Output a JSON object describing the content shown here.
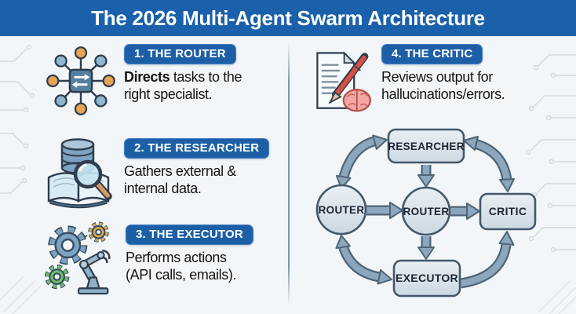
{
  "title": "The 2026 Multi-Agent Swarm Architecture",
  "colors": {
    "banner_blue": "#1b60aa",
    "badge_blue": "#1d5fa7",
    "arrow_fill": "#8ca7bd",
    "arrow_outline": "#4e6476",
    "node_fill": "#dde6ec",
    "node_border": "#44586b",
    "circuit_trace": "#d2dae1"
  },
  "sections": [
    {
      "badge": "1. THE ROUTER",
      "bold_lead": "Directs",
      "line1_rest": " tasks to the",
      "line2": "right specialist.",
      "icon": "network-hub-icon"
    },
    {
      "badge": "2. THE RESEARCHER",
      "line1": "Gathers external &",
      "line2": "internal data.",
      "icon": "database-book-magnifier-icon"
    },
    {
      "badge": "3. THE EXECUTOR",
      "line1": "Performs actions",
      "line2": "(API calls, emails).",
      "icon": "gears-robot-arm-icon"
    },
    {
      "badge": "4. THE CRITIC",
      "line1": "Reviews output for",
      "line2": "hallucinations/errors.",
      "icon": "document-pen-brain-icon"
    }
  ],
  "diagram": {
    "nodes": [
      {
        "id": "researcher",
        "label": "RESEARCHER",
        "shape": "rounded-rect"
      },
      {
        "id": "router-left",
        "label": "ROUTER",
        "shape": "circle"
      },
      {
        "id": "router-center",
        "label": "ROUTER",
        "shape": "circle"
      },
      {
        "id": "critic",
        "label": "CRITIC",
        "shape": "rounded-rect"
      },
      {
        "id": "executor",
        "label": "EXECUTOR",
        "shape": "rounded-rect"
      }
    ],
    "edges": [
      {
        "from": "router-left",
        "to": "researcher",
        "bidirectional": true,
        "style": "curved"
      },
      {
        "from": "researcher",
        "to": "critic",
        "bidirectional": true,
        "style": "curved"
      },
      {
        "from": "router-left",
        "to": "router-center",
        "bidirectional": false,
        "style": "straight"
      },
      {
        "from": "router-center",
        "to": "critic",
        "bidirectional": false,
        "style": "straight"
      },
      {
        "from": "researcher",
        "to": "router-center",
        "bidirectional": false,
        "style": "straight"
      },
      {
        "from": "router-center",
        "to": "executor",
        "bidirectional": false,
        "style": "straight"
      },
      {
        "from": "router-left",
        "to": "executor",
        "bidirectional": true,
        "style": "curved"
      },
      {
        "from": "executor",
        "to": "critic",
        "bidirectional": false,
        "style": "curved"
      }
    ]
  }
}
